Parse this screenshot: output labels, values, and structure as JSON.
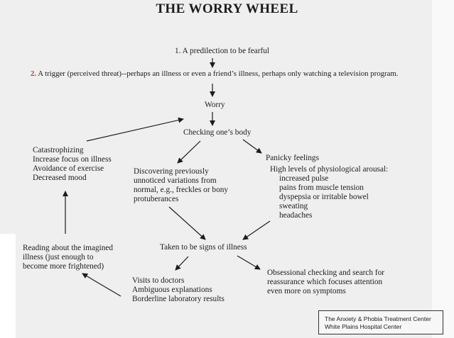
{
  "title": "THE WORRY WHEEL",
  "steps": {
    "predilection": "1. A predilection to be fearful",
    "trigger_number": "2.",
    "trigger_text": " A trigger (perceived threat)--perhaps an  illness or even a friend’s illness, perhaps only watching a television program.",
    "worry": "Worry",
    "checking": "Checking one’s body",
    "discovering": [
      "Discovering previously",
      "unnoticed variations from",
      "normal, e.g., freckles or bony",
      "protuberances"
    ],
    "panicky": [
      "Panicky feelings",
      "High levels of physiological arousal:"
    ],
    "symptoms": [
      "increased pulse",
      "pains from muscle tension",
      "dyspepsia or irritable bowel",
      "sweating",
      "headaches"
    ],
    "signs": "Taken to be signs of illness",
    "visits": [
      "Visits to doctors",
      "Ambiguous explanations",
      "Borderline laboratory results"
    ],
    "obsessional": [
      "Obsessional checking and search for",
      "reassurance which focuses attention",
      "even more on symptoms"
    ],
    "reading": [
      "Reading about the imagined",
      "illness (just enough to",
      "become more frightened)"
    ],
    "catastrophizing": [
      "Catastrophizing",
      "Increase focus on illness",
      "Avoidance of exercise",
      "Decreased mood"
    ]
  },
  "source": [
    "The Anxiety & Phobia Treatment Center",
    "White Plains Hospital Center"
  ]
}
